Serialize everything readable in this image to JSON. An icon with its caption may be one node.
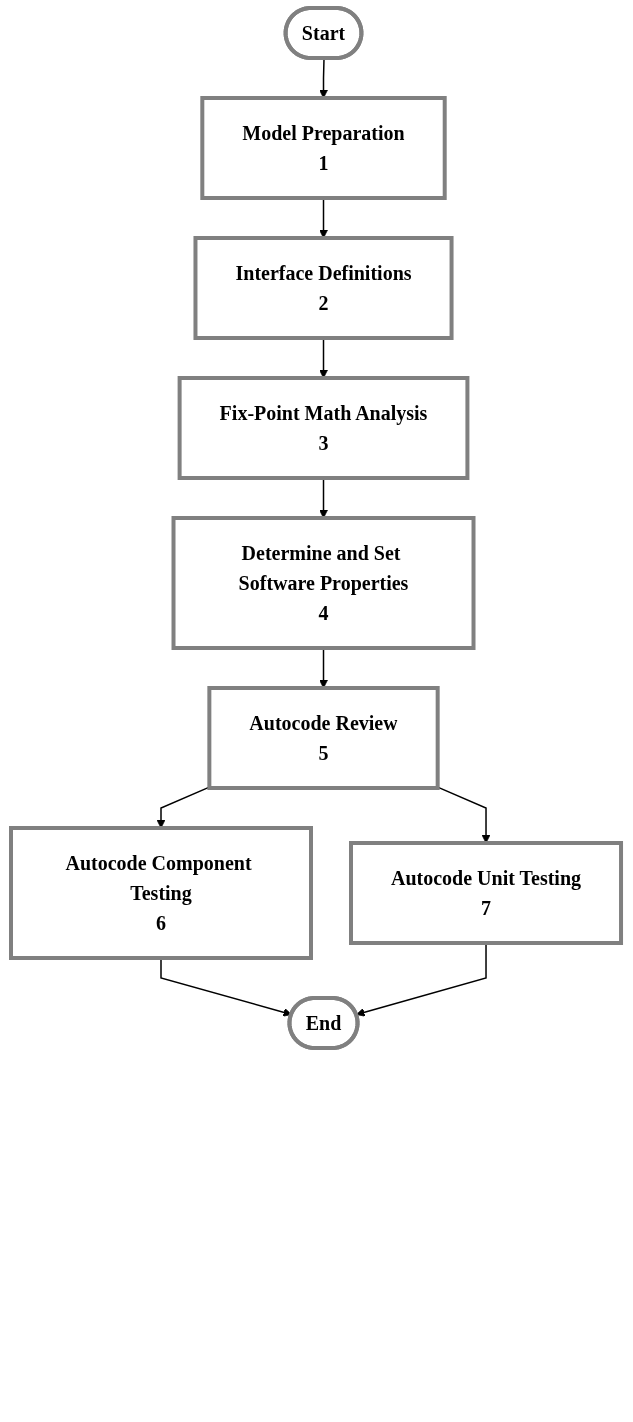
{
  "diagram": {
    "nodes": [
      {
        "text": [
          "Start"
        ]
      },
      {
        "text": [
          "Model Preparation",
          "1"
        ]
      },
      {
        "text": [
          "Interface Definitions",
          "2"
        ]
      },
      {
        "text": [
          "Fix-Point Math Analysis",
          "3"
        ]
      },
      {
        "text": [
          "Determine and Set Software Properties",
          "4"
        ]
      },
      {
        "text": [
          "Autocode Review",
          "5"
        ]
      },
      {
        "text": [
          "Autocode Component Testing",
          "6"
        ]
      },
      {
        "text": [
          "Autocode Unit Testing",
          "7"
        ]
      },
      {
        "text": [
          "End"
        ]
      }
    ],
    "edges": [
      {
        "from": 0,
        "to": 1,
        "arrow": "to"
      },
      {
        "from": 1,
        "to": 2,
        "arrow": "to"
      },
      {
        "from": 2,
        "to": 3,
        "arrow": "to"
      },
      {
        "from": 3,
        "to": 4,
        "arrow": "to"
      },
      {
        "from": 4,
        "to": 5,
        "arrow": "to"
      },
      {
        "from": 5,
        "to": 6,
        "arrow": "to"
      },
      {
        "from": 5,
        "to": 7,
        "arrow": "to"
      },
      {
        "from": 6,
        "to": 8,
        "arrow": "to"
      },
      {
        "from": 7,
        "to": 8,
        "arrow": "to"
      }
    ]
  }
}
